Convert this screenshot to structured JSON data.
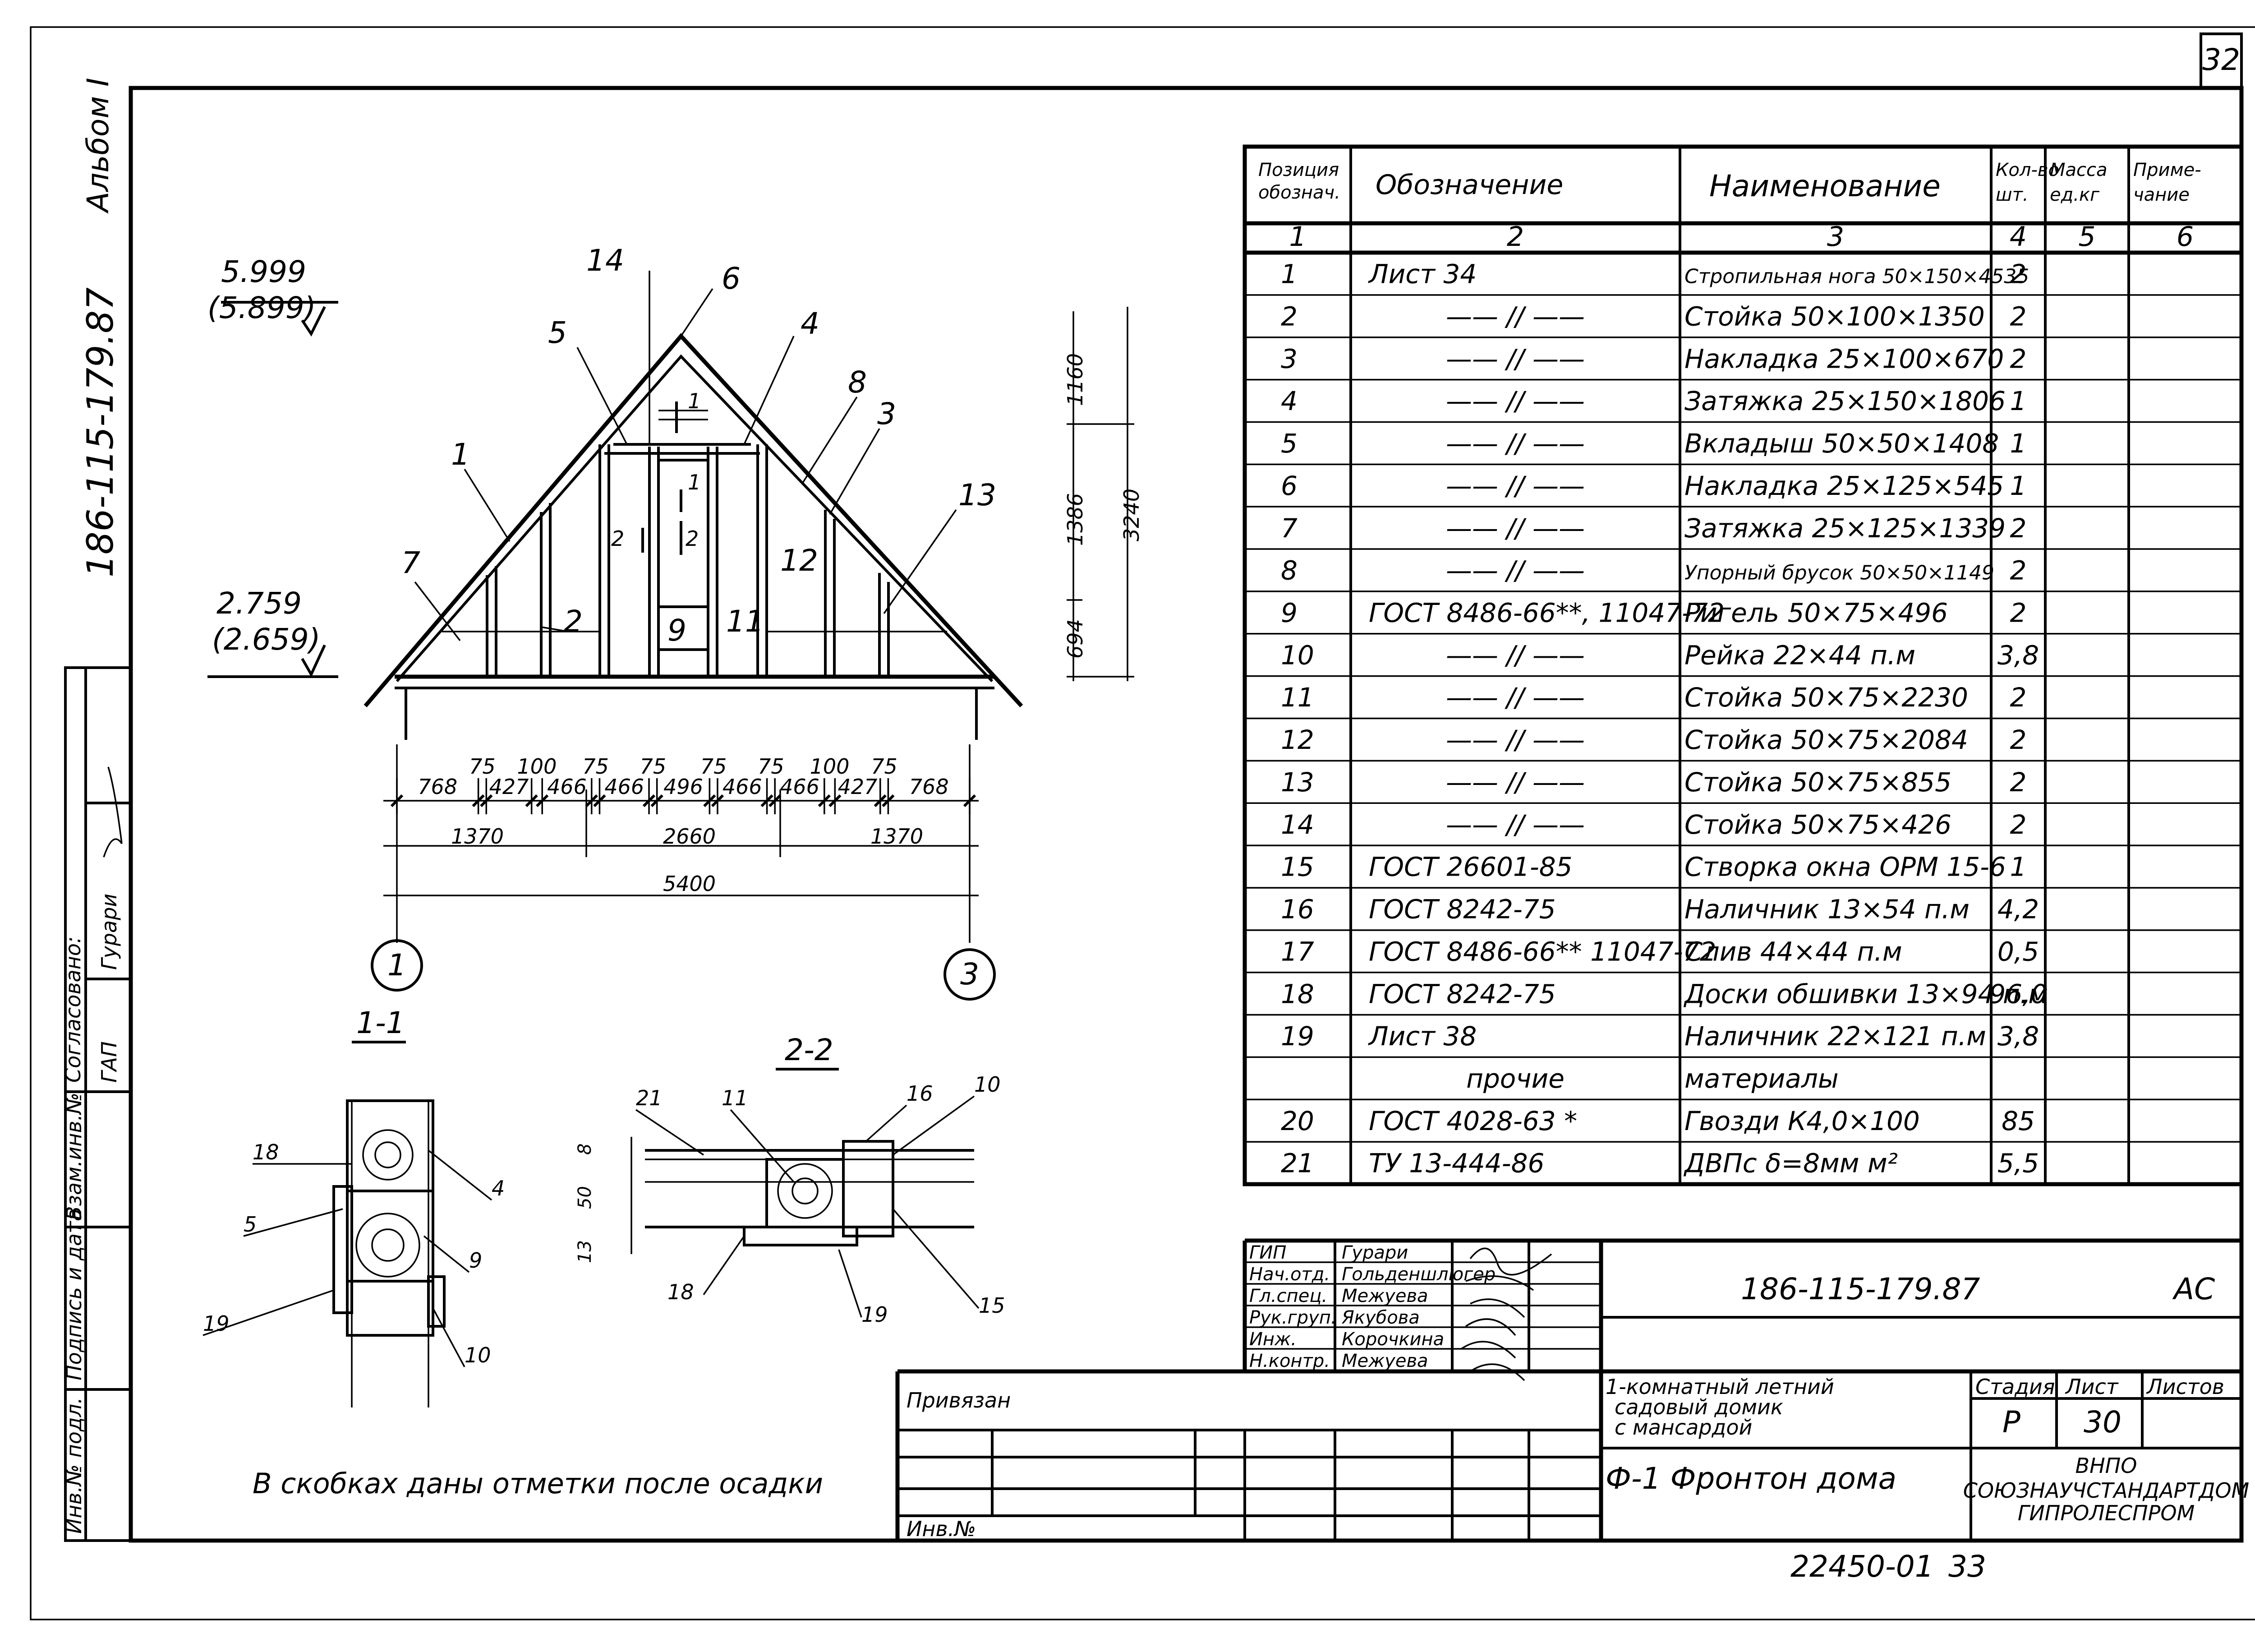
{
  "sheet_number": "32",
  "side_labels": {
    "album": "Альбом I",
    "doc_code": "186-115-179.87",
    "agreed": "Согласовано:",
    "gap_label": "ГАП",
    "gap_name": "Гурари",
    "inv_orig": "Инв.№ подл.",
    "sign_date": "Подпись и дата",
    "inv_replace": "Взам.инв.№"
  },
  "spec_table": {
    "headers": [
      "Позиция обознач.",
      "Обозначение",
      "Наименование",
      "Кол-во шт.",
      "Масса ед.кг",
      "Приме-чание"
    ],
    "col_numbers": [
      "1",
      "2",
      "3",
      "4",
      "5",
      "6"
    ],
    "rows": [
      {
        "pos": "1",
        "designation": "Лист 34",
        "name": "Стропильная нога 50×150×4535",
        "qty": "2"
      },
      {
        "pos": "2",
        "designation": "—— // ——",
        "name": "Стойка 50×100×1350",
        "qty": "2"
      },
      {
        "pos": "3",
        "designation": "—— // ——",
        "name": "Накладка 25×100×670",
        "qty": "2"
      },
      {
        "pos": "4",
        "designation": "—— // ——",
        "name": "Затяжка 25×150×1806",
        "qty": "1"
      },
      {
        "pos": "5",
        "designation": "—— // ——",
        "name": "Вкладыш 50×50×1408",
        "qty": "1"
      },
      {
        "pos": "6",
        "designation": "—— // ——",
        "name": "Накладка 25×125×545",
        "qty": "1"
      },
      {
        "pos": "7",
        "designation": "—— // ——",
        "name": "Затяжка 25×125×1339",
        "qty": "2"
      },
      {
        "pos": "8",
        "designation": "—— // ——",
        "name": "Упорный брусок 50×50×1149",
        "qty": "2"
      },
      {
        "pos": "9",
        "designation": "ГОСТ 8486-66**, 11047-72",
        "name": "Ригель 50×75×496",
        "qty": "2"
      },
      {
        "pos": "10",
        "designation": "—— // ——",
        "name": "Рейка 22×44 п.м",
        "qty": "3,8"
      },
      {
        "pos": "11",
        "designation": "—— // ——",
        "name": "Стойка 50×75×2230",
        "qty": "2"
      },
      {
        "pos": "12",
        "designation": "—— // ——",
        "name": "Стойка 50×75×2084",
        "qty": "2"
      },
      {
        "pos": "13",
        "designation": "—— // ——",
        "name": "Стойка 50×75×855",
        "qty": "2"
      },
      {
        "pos": "14",
        "designation": "—— // ——",
        "name": "Стойка 50×75×426",
        "qty": "2"
      },
      {
        "pos": "15",
        "designation": "ГОСТ 26601-85",
        "name": "Створка окна ОРМ 15-6",
        "qty": "1"
      },
      {
        "pos": "16",
        "designation": "ГОСТ 8242-75",
        "name": "Наличник 13×54 п.м",
        "qty": "4,2"
      },
      {
        "pos": "17",
        "designation": "ГОСТ 8486-66** 11047-72",
        "name": "Слив 44×44 п.м",
        "qty": "0,5"
      },
      {
        "pos": "18",
        "designation": "ГОСТ 8242-75",
        "name": "Доски обшивки 13×94 п.м",
        "qty": "96,0"
      },
      {
        "pos": "19",
        "designation": "Лист 38",
        "name": "Наличник 22×121 п.м",
        "qty": "3,8"
      },
      {
        "pos": "",
        "designation": "прочие",
        "name": "материалы",
        "qty": ""
      },
      {
        "pos": "20",
        "designation": "ГОСТ 4028-63 *",
        "name": "Гвозди К4,0×100",
        "qty": "85"
      },
      {
        "pos": "21",
        "designation": "ТУ 13-444-86",
        "name": "ДВПс δ=8мм м²",
        "qty": "5,5"
      }
    ]
  },
  "drawing": {
    "mark_top": "5.999",
    "mark_top_paren": "(5.899)",
    "mark_low": "2.759",
    "mark_low_paren": "(2.659)",
    "dims_row1": [
      "768",
      "75",
      "427",
      "100",
      "466",
      "75",
      "466",
      "75",
      "496",
      "75",
      "466",
      "75",
      "466",
      "100",
      "427",
      "75",
      "768"
    ],
    "dims_row2": [
      "1370",
      "2660",
      "1370"
    ],
    "dim_total": "5400",
    "vert_dims": [
      "1160",
      "1386",
      "694",
      "3240"
    ],
    "axes": [
      "1",
      "3"
    ],
    "positions": [
      "1",
      "2",
      "3",
      "4",
      "5",
      "6",
      "7",
      "8",
      "9",
      "11",
      "12",
      "13",
      "14"
    ],
    "cut_marks": [
      "1",
      "1",
      "2",
      "2"
    ],
    "section_1": "1-1",
    "section_2": "2-2",
    "sec1_labels": [
      "18",
      "4",
      "5",
      "9",
      "19",
      "10"
    ],
    "sec2_labels": [
      "21",
      "11",
      "16",
      "10",
      "18",
      "19",
      "15"
    ],
    "sec2_dims": [
      "8",
      "50",
      "13"
    ],
    "note": "В скобках даны отметки после осадки"
  },
  "title_block": {
    "roles": [
      "ГИП",
      "Нач.отд.",
      "Гл.спец.",
      "Рук.груп.",
      "Инж.",
      "Н.контр."
    ],
    "names": [
      "Гурари",
      "Гольденшлюгер",
      "Межуева",
      "Якубова",
      "Корочкина",
      "Межуева"
    ],
    "code": "186-115-179.87",
    "mark": "АС",
    "project_title": "1-комнатный летний садовый домик с мансардой",
    "stage_label": "Стадия",
    "sheet_label": "Лист",
    "sheets_label": "Листов",
    "stage": "Р",
    "sheet": "30",
    "drawing_title": "Ф-1 Фронтон дома",
    "org_line1": "ВНПО",
    "org_line2": "СОЮЗНАУЧСТАНДАРТДОМ",
    "org_line3": "ГИПРОЛЕСПРОМ",
    "bound_label": "Привязан",
    "inv_label": "Инв.№"
  },
  "footer": {
    "order": "22450-01",
    "page": "33"
  }
}
